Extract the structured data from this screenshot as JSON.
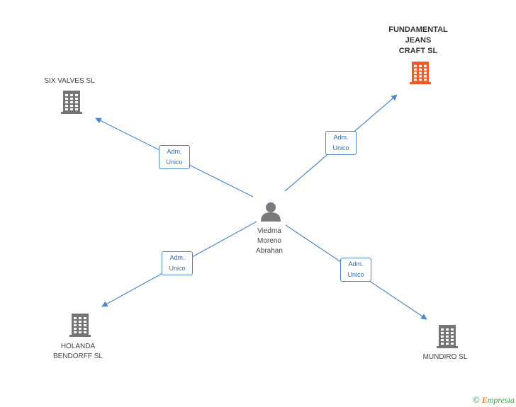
{
  "colors": {
    "edge": "#4a86c8",
    "building": "#757575",
    "building_main": "#f05a28",
    "person": "#7a7a7a"
  },
  "center": {
    "name_lines": [
      "Viedma",
      "Moreno",
      "Abrahan"
    ],
    "icon": "person-icon"
  },
  "companies": [
    {
      "id": "fundamental",
      "name_lines": [
        "FUNDAMENTAL",
        "JEANS",
        "CRAFT SL"
      ],
      "main": true,
      "icon": "building-icon"
    },
    {
      "id": "six-valves",
      "name_lines": [
        "SIX VALVES SL"
      ],
      "main": false,
      "icon": "building-icon"
    },
    {
      "id": "holanda",
      "name_lines": [
        "HOLANDA",
        "BENDORFF SL"
      ],
      "main": false,
      "icon": "building-icon"
    },
    {
      "id": "mundiro",
      "name_lines": [
        "MUNDIRO SL"
      ],
      "main": false,
      "icon": "building-icon"
    }
  ],
  "edges": [
    {
      "to": "fundamental",
      "label_lines": [
        "Adm.",
        "Unico"
      ]
    },
    {
      "to": "six-valves",
      "label_lines": [
        "Adm.",
        "Unico"
      ]
    },
    {
      "to": "holanda",
      "label_lines": [
        "Adm.",
        "Unico"
      ]
    },
    {
      "to": "mundiro",
      "label_lines": [
        "Adm.",
        "Unico"
      ]
    }
  ],
  "footer": {
    "copyright_symbol": "©",
    "brand_initial": "E",
    "brand_rest": "mpresia"
  }
}
